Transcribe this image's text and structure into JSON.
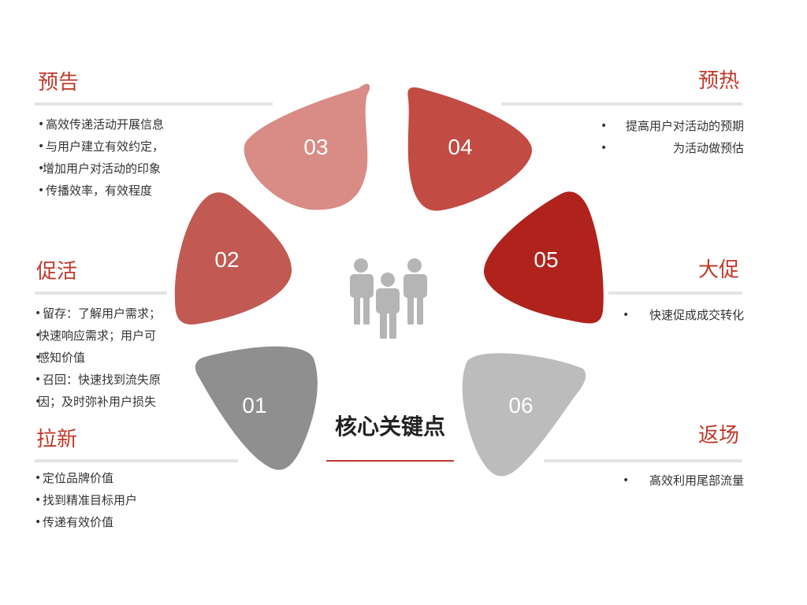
{
  "colors": {
    "accent": "#c0392b",
    "petal_01": "#8f8f8f",
    "petal_02": "#c15a52",
    "petal_03": "#d98b85",
    "petal_04": "#c24b43",
    "petal_05": "#b0231c",
    "petal_06": "#bcbcbc",
    "people_icon": "#b5b5b5",
    "rule": "#e4e4e4"
  },
  "center": {
    "title": "核心关键点",
    "icon": "people-group-icon"
  },
  "petals": [
    {
      "number": "01",
      "color": "#8f8f8f"
    },
    {
      "number": "02",
      "color": "#c15a52"
    },
    {
      "number": "03",
      "color": "#d98b85"
    },
    {
      "number": "04",
      "color": "#c24b43"
    },
    {
      "number": "05",
      "color": "#b0231c"
    },
    {
      "number": "06",
      "color": "#bcbcbc"
    }
  ],
  "sections": {
    "yugao": {
      "title": "预告",
      "items": [
        "高效传递活动开展信息",
        "与用户建立有效约定，",
        "增加用户对活动的印象",
        "传播效率，有效程度"
      ]
    },
    "cuhuo": {
      "title": "促活",
      "items": [
        "留存：了解用户需求；",
        "快速响应需求；用户可",
        "感知价值",
        "召回：快速找到流失原",
        "因；及时弥补用户损失"
      ]
    },
    "laxin": {
      "title": "拉新",
      "items": [
        "定位品牌价值",
        "找到精准目标用户",
        "传递有效价值"
      ]
    },
    "yure": {
      "title": "预热",
      "items": [
        "提高用户对活动的预期",
        "为活动做预估"
      ]
    },
    "dacu": {
      "title": "大促",
      "items": [
        "快速促成成交转化"
      ]
    },
    "fanchang": {
      "title": "返场",
      "items": [
        "高效利用尾部流量"
      ]
    }
  }
}
